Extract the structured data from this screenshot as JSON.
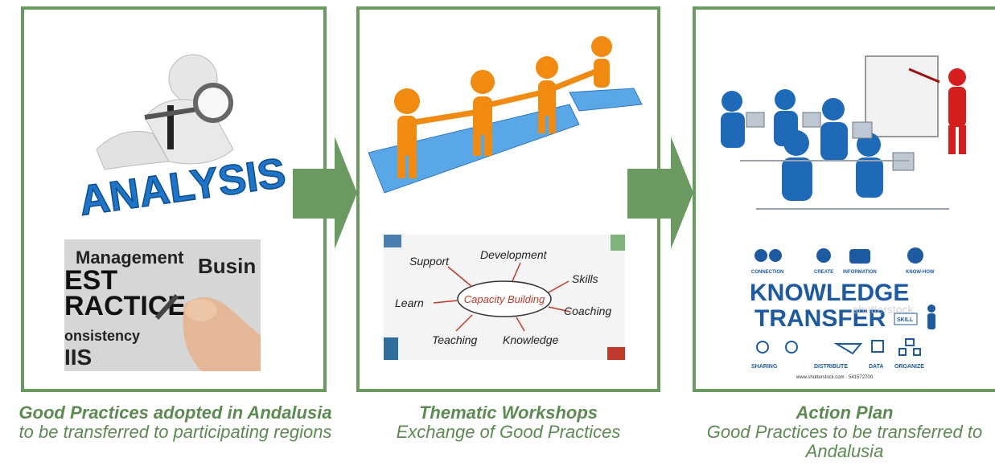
{
  "stages": [
    {
      "images": {
        "top": {
          "word": "ANALYSIS"
        },
        "bottom": {
          "words": [
            "Management",
            "EST",
            "Busin",
            "RACTICE",
            "onsistency",
            "IIS"
          ]
        }
      },
      "caption": {
        "title": "Good Practices adopted in Andalusia",
        "subtitle": "to be transferred to participating regions"
      }
    },
    {
      "images": {
        "bottom": {
          "center": "Capacity Building",
          "words": [
            "Support",
            "Development",
            "Skills",
            "Learn",
            "Coaching",
            "Teaching",
            "Knowledge"
          ]
        }
      },
      "caption": {
        "title": "Thematic Workshops",
        "subtitle": "Exchange of Good Practices"
      }
    },
    {
      "images": {
        "bottom": {
          "title1": "KNOWLEDGE",
          "title2": "TRANSFER",
          "top_labels": [
            "CONNECTION",
            "CREATE",
            "INFORMATION",
            "KNOW-HOW"
          ],
          "bottom_labels": [
            "SHARING",
            "DISTRIBUTE",
            "DATA",
            "ORGANIZE"
          ],
          "skill": "SKILL",
          "watermark": "shutterstock",
          "credit": "www.shutterstock.com · 541572700"
        }
      },
      "caption": {
        "title": "Action Plan",
        "subtitle": "Good Practices to be transferred to Andalusia"
      }
    }
  ],
  "colors": {
    "border": "#6a9a5f",
    "arrow": "#6a9a5f",
    "caption": "#5c8a52",
    "figure_orange": "#f08a10",
    "figure_blue": "#1e6ab8",
    "puzzle_blue": "#5aa7e8"
  }
}
